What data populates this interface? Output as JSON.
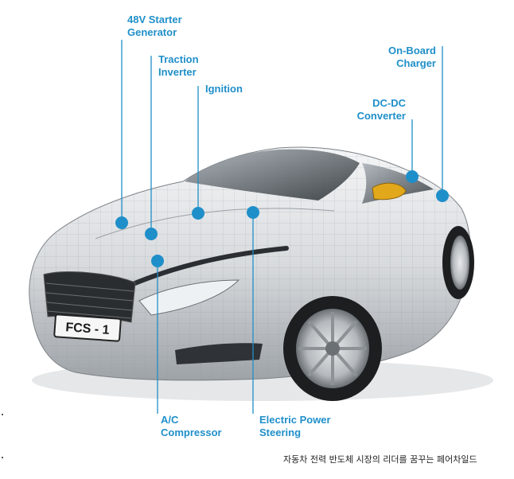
{
  "labels": {
    "starter_generator": "48V Starter\nGenerator",
    "traction_inverter": "Traction\nInverter",
    "ignition": "Ignition",
    "onboard_charger": "On-Board\nCharger",
    "dcdc_converter": "DC-DC\nConverter",
    "ac_compressor": "A/C\nCompressor",
    "power_steering": "Electric Power\nSteering"
  },
  "license_plate": "FCS - 1",
  "caption": "자동차 전력 반도체 시장의 리더를 꿈꾸는 페어차일드",
  "colors": {
    "accent": "#1f8fc9",
    "car_body": "#d9dcdf",
    "background": "#ffffff"
  }
}
